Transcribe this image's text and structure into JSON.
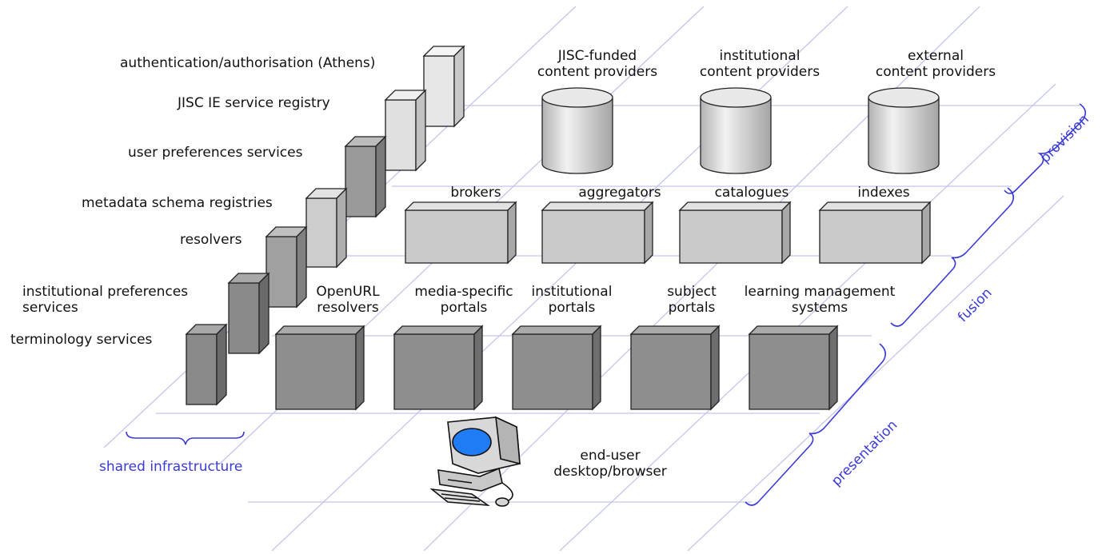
{
  "shared_infrastructure": {
    "items": [
      "authentication/authorisation (Athens)",
      "JISC IE service registry",
      "user preferences services",
      "metadata schema registries",
      "resolvers",
      "institutional preferences\nservices",
      "terminology services"
    ],
    "caption": "shared infrastructure"
  },
  "provision": {
    "items": [
      "JISC-funded\ncontent providers",
      "institutional\ncontent providers",
      "external\ncontent providers"
    ]
  },
  "fusion": {
    "items": [
      "brokers",
      "aggregators",
      "catalogues",
      "indexes"
    ]
  },
  "presentation": {
    "items": [
      "OpenURL\nresolvers",
      "media-specific\nportals",
      "institutional\nportals",
      "subject\nportals",
      "learning management\nsystems"
    ]
  },
  "end_user": "end-user\ndesktop/browser",
  "layers": [
    "provision",
    "fusion",
    "presentation"
  ],
  "colors": {
    "grid_line": "#c4c4ee",
    "brace": "#3a3ad8",
    "light_box": "#d4d4d4",
    "mid_box": "#aaaaaa",
    "dark_box": "#8c8c8c",
    "screen": "#1f7cf5"
  }
}
